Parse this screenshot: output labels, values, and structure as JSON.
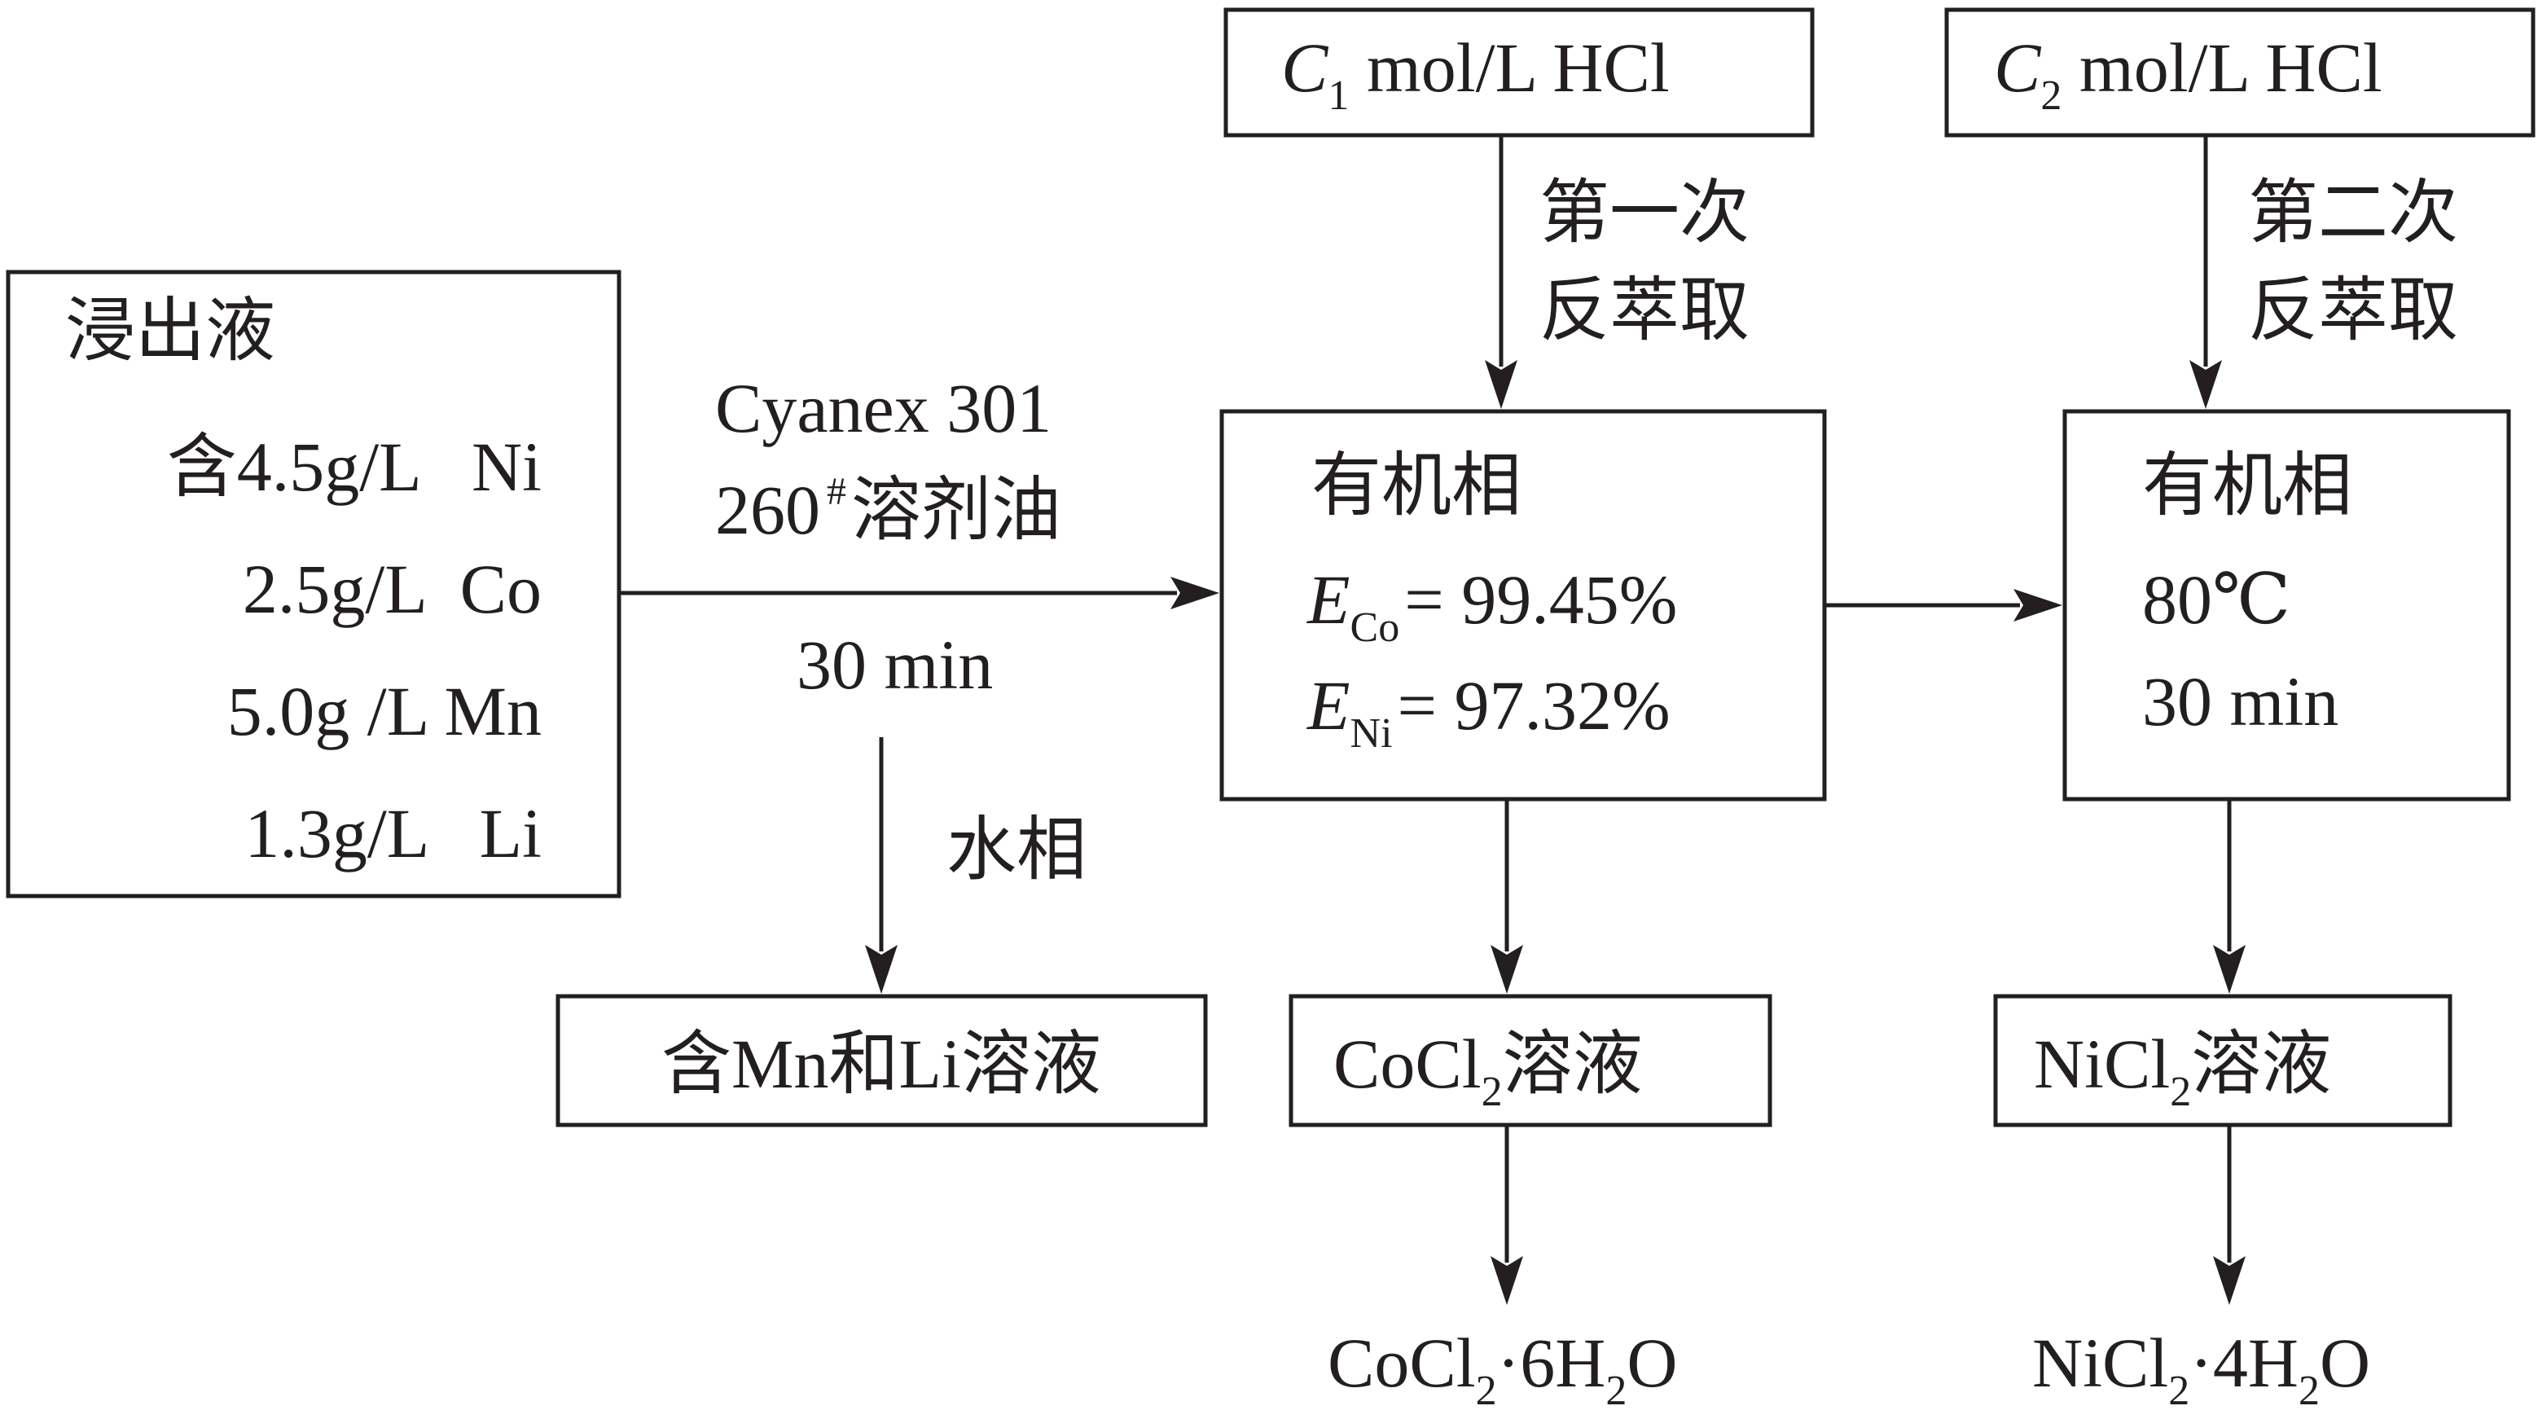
{
  "leach_box": {
    "title": "浸出液",
    "row1": "含4.5g/L   Ni",
    "row2": "2.5g/L  Co",
    "row3": "5.0g /L Mn",
    "row4": "1.3g/L   Li"
  },
  "extraction": {
    "reagent": "Cyanex 301",
    "solvent_num": "260",
    "solvent_mark": "#",
    "solvent_name": "溶剂油",
    "time": "30 min",
    "aqueous_label": "水相",
    "aqueous_product": "含Mn和Li溶液"
  },
  "hcl1": {
    "var": "C",
    "sub": "1",
    "text": " mol/L HCl",
    "step_line1": "第一次",
    "step_line2": "反萃取"
  },
  "hcl2": {
    "var": "C",
    "sub": "2",
    "text": " mol/L HCl",
    "step_line1": "第二次",
    "step_line2": "反萃取"
  },
  "organic1": {
    "title": "有机相",
    "e_co_var": "E",
    "e_co_sub": "Co",
    "e_co_val": "= 99.45%",
    "e_ni_var": "E",
    "e_ni_sub": "Ni",
    "e_ni_val": "= 97.32%"
  },
  "organic2": {
    "title": "有机相",
    "temp": "80℃",
    "time": "30 min"
  },
  "cocl2_solution": {
    "formula": "CoCl",
    "sub": "2",
    "suffix": "溶液"
  },
  "nicl2_solution": {
    "formula": "NiCl",
    "sub": "2",
    "suffix": "溶液"
  },
  "cocl2_product": {
    "a": "CoCl",
    "sub1": "2",
    "b": "·6H",
    "sub2": "2",
    "c": "O"
  },
  "nicl2_product": {
    "a": "NiCl",
    "sub1": "2",
    "b": "·4H",
    "sub2": "2",
    "c": "O"
  }
}
